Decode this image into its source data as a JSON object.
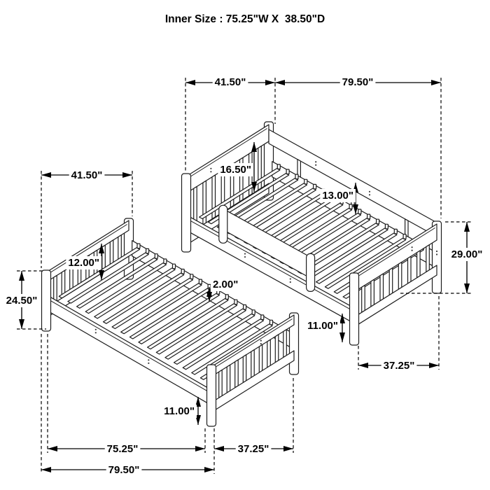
{
  "title": "Inner Size : 75.25\"W X  38.50\"D",
  "ink_color": "#000000",
  "upper_bed": {
    "headboard_width": "41.50\"",
    "overall_length": "79.50\"",
    "headboard_panel_height": "16.50\"",
    "guard_rail_height": "13.00\"",
    "footboard_height": "29.00\"",
    "floor_to_rail_height": "11.00\"",
    "footboard_depth": "37.25\""
  },
  "lower_bed": {
    "headboard_width": "41.50\"",
    "headboard_panel_height": "12.00\"",
    "headboard_height": "24.50\"",
    "slat_thickness": "2.00\"",
    "floor_to_rail_height": "11.00\"",
    "inner_length": "75.25\"",
    "footboard_depth": "37.25\"",
    "overall_length": "79.50\""
  }
}
